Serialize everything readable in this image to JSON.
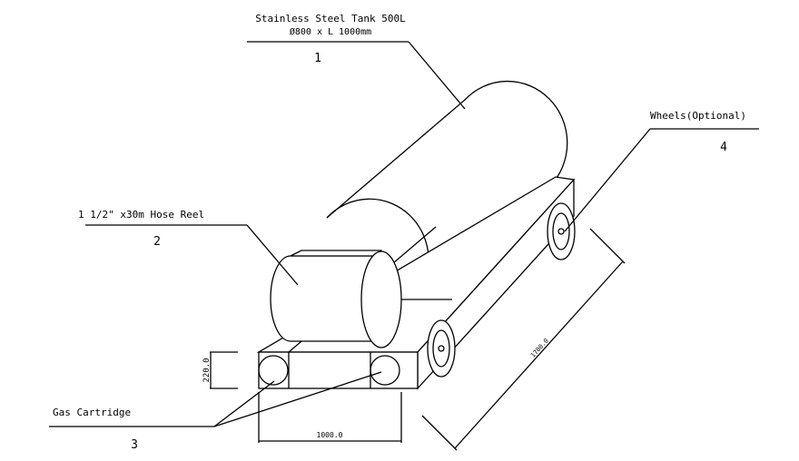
{
  "callouts": {
    "tank": {
      "line1": "Stainless Steel Tank 500L",
      "line2": "Ø800 x L 1000mm",
      "number": "1"
    },
    "hose": {
      "line1": "1 1/2\" x30m Hose Reel",
      "number": "2"
    },
    "gas": {
      "line1": "Gas Cartridge",
      "number": "3"
    },
    "wheels": {
      "line1": "Wheels(Optional)",
      "number": "4"
    }
  },
  "dimensions": {
    "height": "220.0",
    "width": "1000.0",
    "length": "1700.0"
  }
}
